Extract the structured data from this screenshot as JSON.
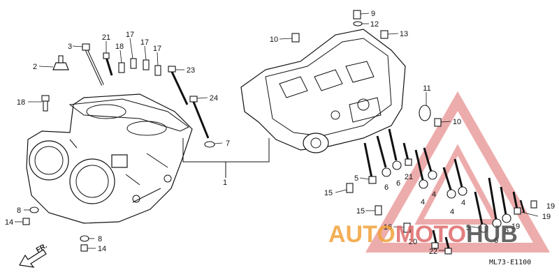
{
  "diagram": {
    "code": "ML73-E1100",
    "direction_label": "FR.",
    "callouts": {
      "c1": "1",
      "c2": "2",
      "c3": "3",
      "c4a": "4",
      "c4b": "4",
      "c4c": "4",
      "c4d": "4",
      "c5a": "5",
      "c5b": "5",
      "c6a": "6",
      "c6b": "6",
      "c6c": "6",
      "c6d": "6",
      "c7": "7",
      "c8a": "8",
      "c8b": "8",
      "c9": "9",
      "c10a": "10",
      "c10b": "10",
      "c11": "11",
      "c12": "12",
      "c13": "13",
      "c14a": "14",
      "c14b": "14",
      "c15a": "15",
      "c15b": "15",
      "c16": "16",
      "c17a": "17",
      "c17b": "17",
      "c17c": "17",
      "c18a": "18",
      "c18b": "18",
      "c19a": "19",
      "c19b": "19",
      "c19c": "19",
      "c20": "20",
      "c21a": "21",
      "c21b": "21",
      "c22": "22",
      "c23": "23",
      "c24": "24"
    }
  },
  "watermark": {
    "part1": "AUTO",
    "part2": "MOTO",
    "part3": "HUB",
    "color_main": "#f2a23a",
    "color_accent": "#e06a6a",
    "color_dark": "#4a4a4a"
  }
}
